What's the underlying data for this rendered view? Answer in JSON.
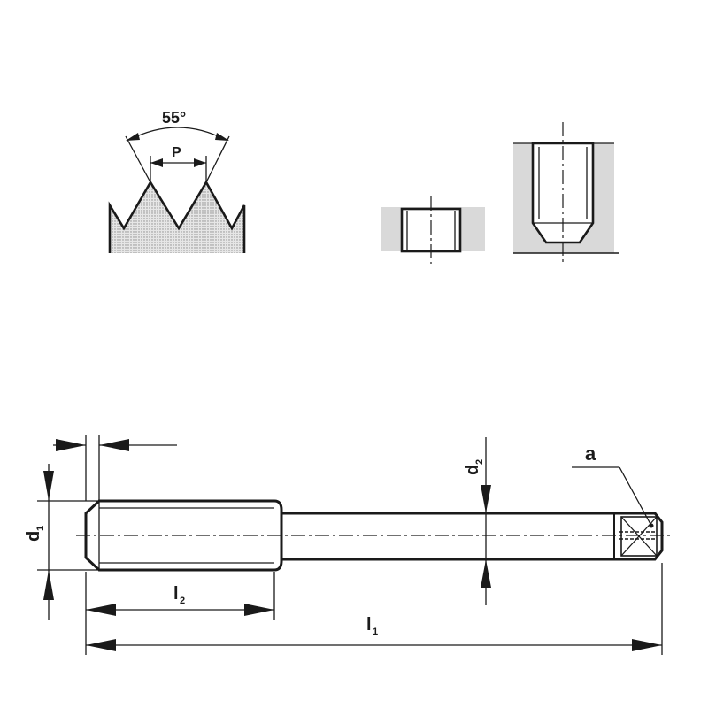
{
  "thread_profile": {
    "angle": "55°",
    "pitch": "P"
  },
  "dimensions": {
    "d1": {
      "main": "d",
      "sub": "1"
    },
    "d2": {
      "main": "d",
      "sub": "2"
    },
    "l1": {
      "main": "l",
      "sub": "1"
    },
    "l2": {
      "main": "l",
      "sub": "2"
    },
    "a": "a"
  },
  "colors": {
    "line": "#1a1a1a",
    "hole_fill": "#d9d9d9",
    "profile_fill": "#dcdcdc"
  }
}
